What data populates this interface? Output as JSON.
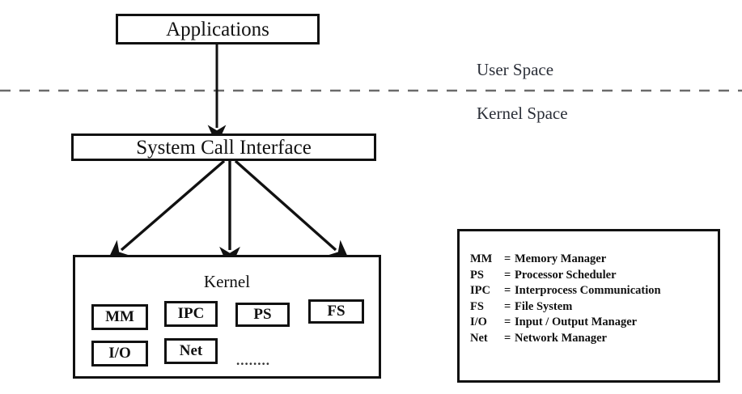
{
  "diagram": {
    "title_boxes": {
      "applications": "Applications",
      "system_call_interface": "System Call Interface",
      "kernel": "Kernel"
    },
    "space_labels": {
      "user": "User Space",
      "kernel": "Kernel Space"
    },
    "kernel_modules_row1": [
      {
        "label": "MM"
      },
      {
        "label": "IPC"
      },
      {
        "label": "PS"
      },
      {
        "label": "FS"
      }
    ],
    "kernel_modules_row2": [
      {
        "label": "I/O"
      },
      {
        "label": "Net"
      }
    ],
    "ellipsis": "........",
    "legend": [
      {
        "abbr": "MM",
        "eq": "=",
        "desc": "Memory Manager"
      },
      {
        "abbr": "PS",
        "eq": "=",
        "desc": "Processor Scheduler"
      },
      {
        "abbr": "IPC",
        "eq": "=",
        "desc": "Interprocess Communication"
      },
      {
        "abbr": "FS",
        "eq": "=",
        "desc": "File System"
      },
      {
        "abbr": "I/O",
        "eq": "=",
        "desc": "Input / Output Manager"
      },
      {
        "abbr": "Net",
        "eq": "=",
        "desc": "Network Manager"
      }
    ],
    "colors": {
      "stroke": "#111111",
      "divider": "#6b6b6b",
      "text": "#2b2f38",
      "background": "#ffffff"
    }
  }
}
